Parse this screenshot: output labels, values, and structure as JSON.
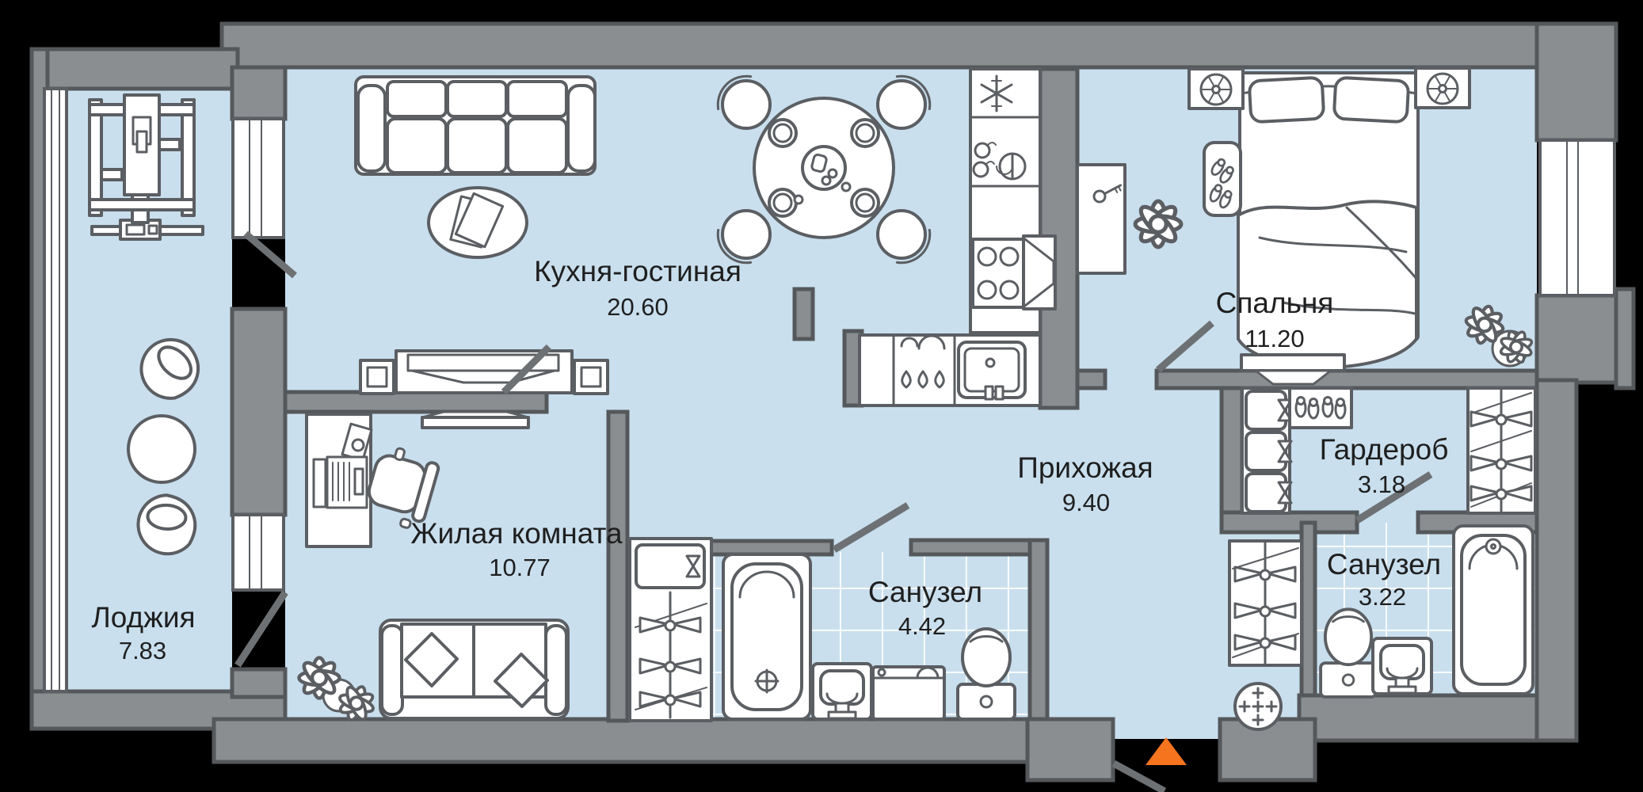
{
  "plan": {
    "title": "apartment-floor-plan",
    "colors": {
      "background": "#000000",
      "wall": "#8a8e91",
      "wall_stroke": "#55585b",
      "floor": "#c9dfee",
      "line": "#5b5e62",
      "door": "#6e7174",
      "white": "#ffffff",
      "tile_line": "#ffffff",
      "entrance": "#f5741d",
      "text": "#1f1f1f"
    },
    "rooms": [
      {
        "id": "kitchen-living",
        "name": "Кухня-гостиная",
        "area": "20.60"
      },
      {
        "id": "bedroom",
        "name": "Спальня",
        "area": "11.20"
      },
      {
        "id": "hallway",
        "name": "Прихожая",
        "area": "9.40"
      },
      {
        "id": "wardrobe",
        "name": "Гардероб",
        "area": "3.18"
      },
      {
        "id": "living-room",
        "name": "Жилая комната",
        "area": "10.77"
      },
      {
        "id": "bathroom-main",
        "name": "Санузел",
        "area": "4.42"
      },
      {
        "id": "bathroom-small",
        "name": "Санузел",
        "area": "3.22"
      },
      {
        "id": "loggia",
        "name": "Лоджия",
        "area": "7.83"
      }
    ],
    "furniture_icons": [
      "exercise-machine-icon",
      "armchair-icon",
      "round-table-icon",
      "sofa-3-seat-icon",
      "coffee-table-icon",
      "dining-table-icon",
      "chair-icon",
      "fridge-snowflake-icon",
      "kitchen-stove-icon",
      "cooker-hood-icon",
      "kitchen-sink-icon",
      "dishwasher-icon",
      "tv-console-icon",
      "tv-icon",
      "desk-icon",
      "laptop-icon",
      "office-chair-icon",
      "sofa-2-seat-icon",
      "plant-icon",
      "bed-icon",
      "pillow-icon",
      "nightstand-fan-icon",
      "rug-slippers-icon",
      "dresser-icon",
      "makeup-table-icon",
      "shelf-boxes-icon",
      "shoe-shelf-icon",
      "hanger-rail-icon",
      "bathtub-icon",
      "toilet-icon",
      "washbasin-icon",
      "washing-machine-icon",
      "floor-drain-icon",
      "entrance-triangle-icon",
      "window-icon",
      "door-leaf-icon"
    ],
    "entrance_marker": "triangle-up"
  }
}
